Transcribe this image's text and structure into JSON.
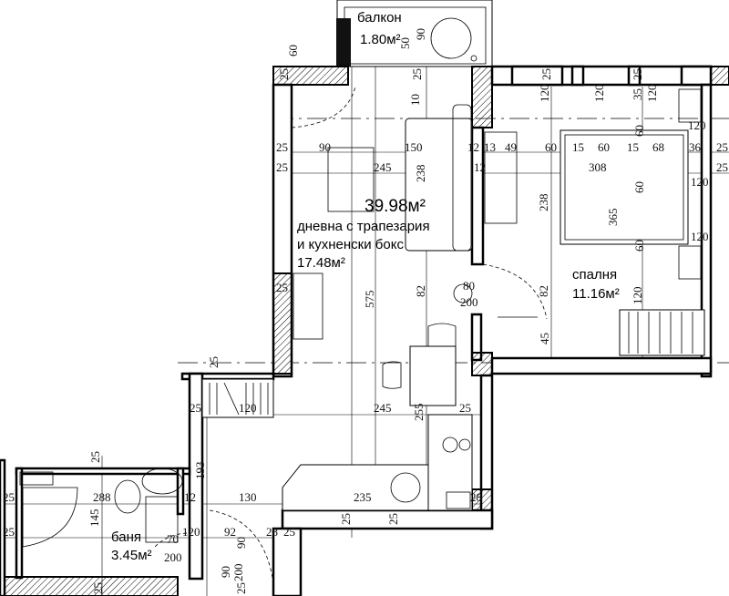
{
  "rooms": {
    "balcony": {
      "name": "балкон",
      "area": "1.80м²"
    },
    "total": {
      "area": "39.98м²"
    },
    "living": {
      "name_line1": "дневна с трапезария",
      "name_line2": "и кухненски бокс",
      "area": "17.48м²"
    },
    "bedroom": {
      "name": "спалня",
      "area": "11.16м²"
    },
    "bathroom": {
      "name": "баня",
      "area": "3.45м²"
    }
  },
  "dimensions": [
    "25",
    "25",
    "25",
    "25",
    "120",
    "120",
    "120",
    "35",
    "10",
    "60",
    "50",
    "90",
    "25",
    "90",
    "150",
    "12",
    "13",
    "49",
    "60",
    "15",
    "60",
    "15",
    "68",
    "36",
    "25",
    "25",
    "245",
    "238",
    "12",
    "308",
    "25",
    "60",
    "60",
    "238",
    "365",
    "120",
    "120",
    "120",
    "60",
    "25",
    "575",
    "82",
    "80",
    "200",
    "82",
    "120",
    "45",
    "25",
    "25",
    "120",
    "245",
    "255",
    "25",
    "25",
    "288",
    "12",
    "193",
    "130",
    "235",
    "28",
    "25",
    "145",
    "25",
    "25",
    "25",
    "70",
    "120",
    "92",
    "90",
    "28",
    "25",
    "200",
    "90",
    "200",
    "25",
    "25"
  ]
}
